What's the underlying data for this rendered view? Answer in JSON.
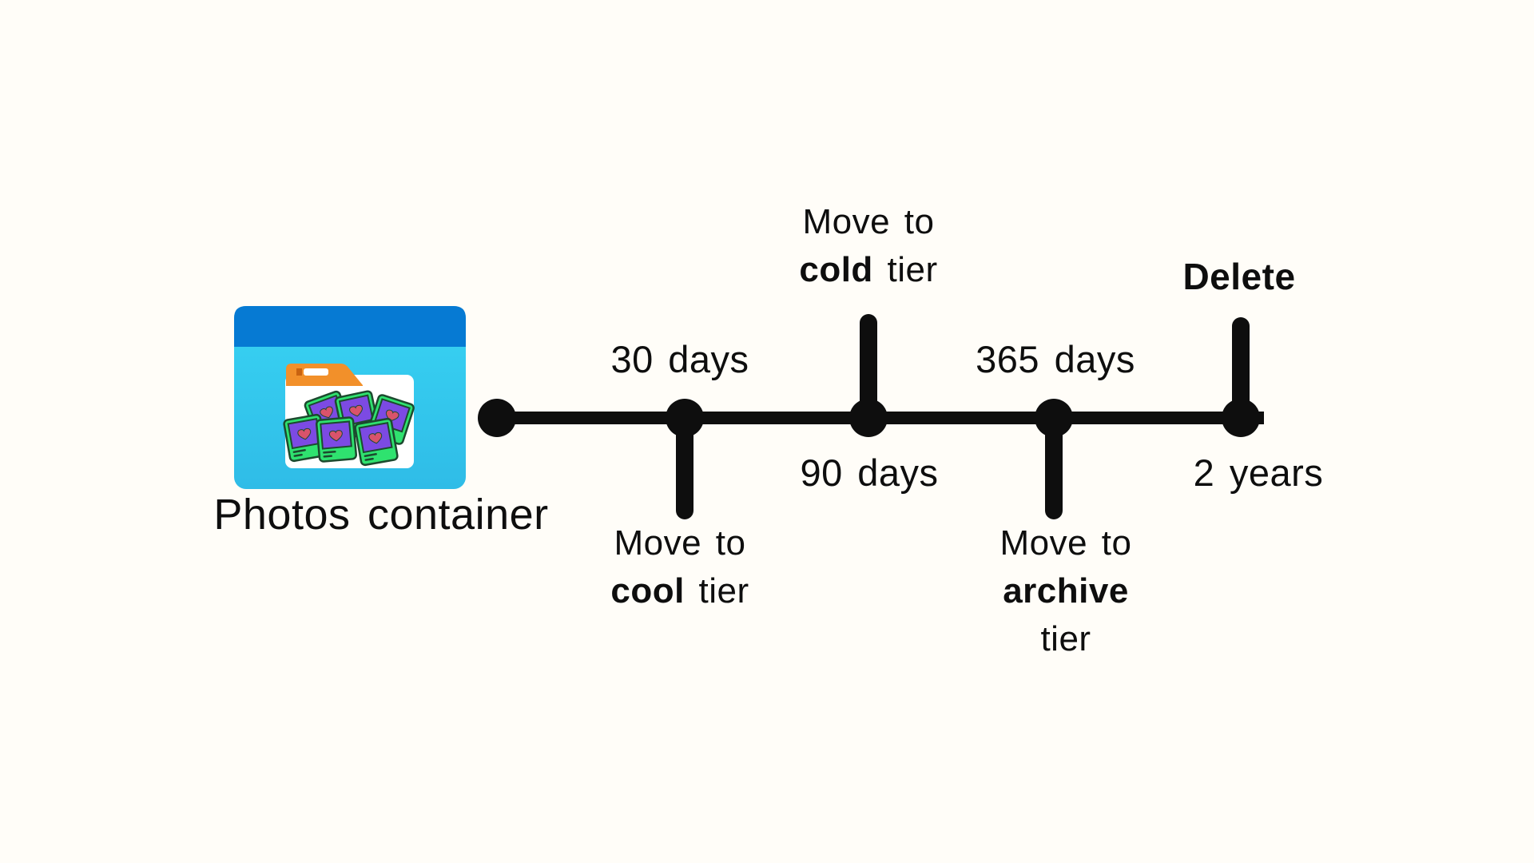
{
  "colors": {
    "page-bg": "#FFFDF8",
    "ink": "#0E0E0E",
    "window-header": "#067AD3",
    "window-body-top": "#38D3F3",
    "window-body-bottom": "#2FBCE7",
    "folder-tab": "#F2902A",
    "folder-tab-slot": "#FFFFFF",
    "folder-tab-mark": "#C96310",
    "folder-body": "#FFFFFF",
    "photo-frame": "#2FE26F",
    "photo-outline": "#1C4A2E",
    "photo-image": "#7C4AE3",
    "photo-heart": "#D9536B"
  },
  "source": {
    "label": "Photos container",
    "icon": "photos-container-window-icon"
  },
  "timeline": {
    "milestones": [
      {
        "time": "30 days",
        "time_position": "above",
        "tick_direction": "down",
        "action": {
          "line1": "Move to",
          "bold": "cool",
          "rest": " tier"
        }
      },
      {
        "time": "90 days",
        "time_position": "below",
        "tick_direction": "up",
        "action": {
          "line1": "Move to",
          "bold": "cold",
          "rest": " tier"
        }
      },
      {
        "time": "365 days",
        "time_position": "above",
        "tick_direction": "down",
        "action": {
          "line1": "Move to",
          "bold": "archive",
          "line3": "tier"
        }
      },
      {
        "time": "2 years",
        "time_position": "below",
        "tick_direction": "up",
        "action": {
          "bold": "Delete"
        }
      }
    ]
  }
}
